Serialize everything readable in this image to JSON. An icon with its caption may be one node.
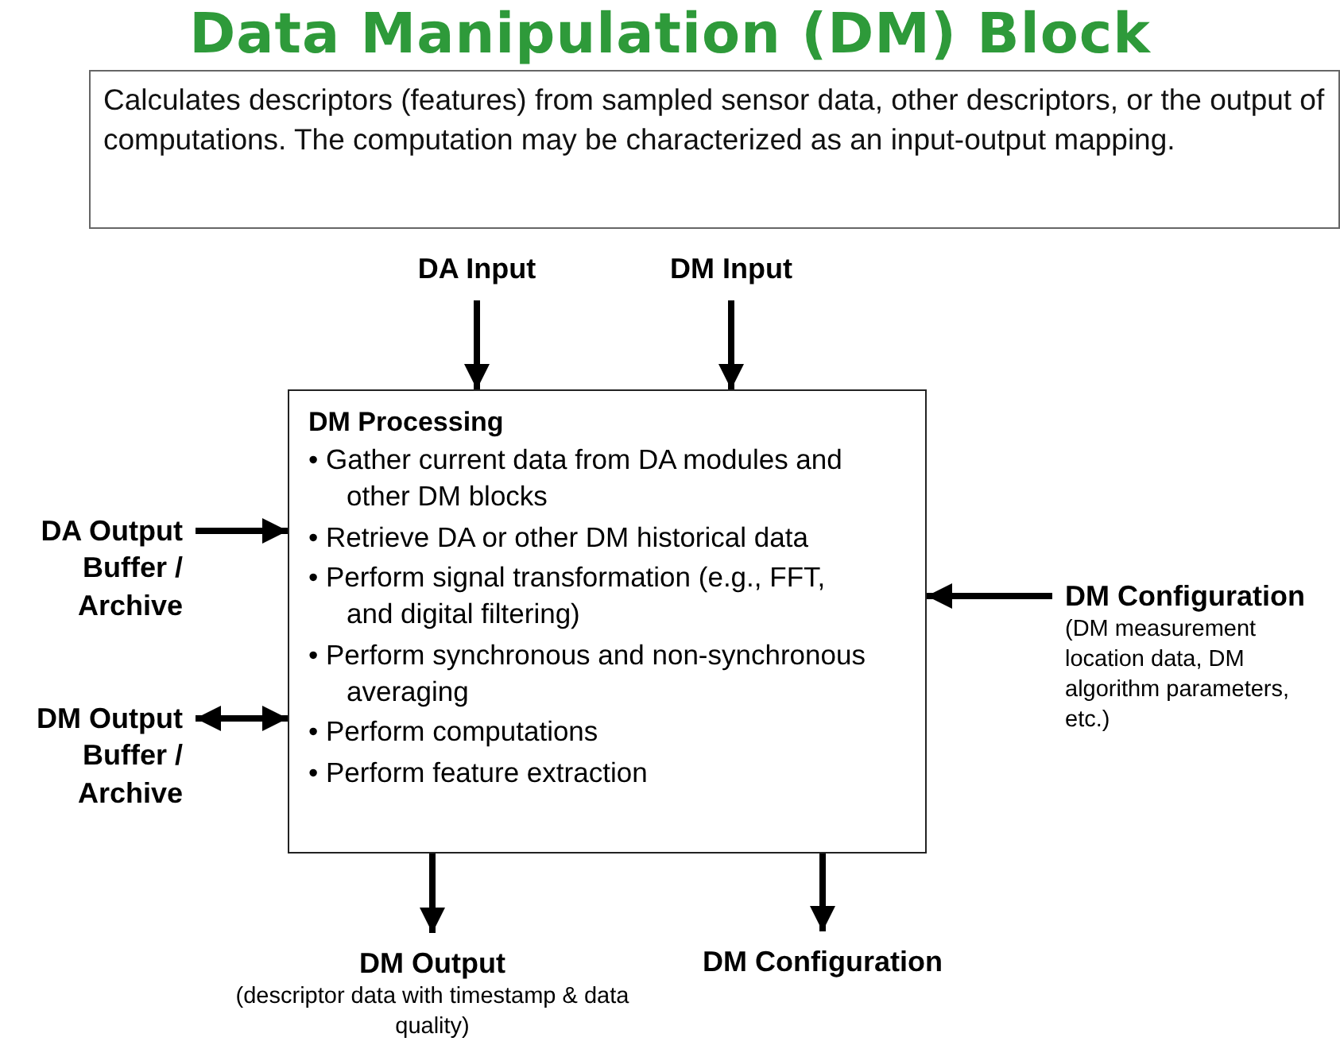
{
  "diagram": {
    "title": "Data Manipulation (DM) Block",
    "nodes": [
      {
        "text": [
          "Calculates descriptors (features) from sampled sensor data, other descriptors, or the output of computations.  The computation may be characterized as an input-output mapping."
        ]
      },
      {
        "text": [
          "DA Input"
        ]
      },
      {
        "text": [
          "DM Input"
        ]
      },
      {
        "text": [
          "DM Processing",
          "• Gather current data from DA modules and other DM blocks",
          "• Retrieve DA or other DM historical data",
          "• Perform signal transformation (e.g., FFT, and digital filtering)",
          "• Perform synchronous and non-synchronous averaging",
          "• Perform computations",
          "• Perform feature extraction"
        ]
      },
      {
        "text": [
          "DA Output Buffer / Archive"
        ]
      },
      {
        "text": [
          "DM Output Buffer / Archive"
        ]
      },
      {
        "text": [
          "DM Configuration",
          "(DM measurement location data, DM algorithm parameters, etc.)"
        ]
      },
      {
        "text": [
          "DM Output",
          "(descriptor data with timestamp & data quality)"
        ]
      },
      {
        "text": [
          "DM Configuration"
        ]
      }
    ],
    "edges": [
      {
        "from": 1,
        "to": 3,
        "arrow": "to"
      },
      {
        "from": 2,
        "to": 3,
        "arrow": "to"
      },
      {
        "from": 4,
        "to": 3,
        "arrow": "to"
      },
      {
        "from": 5,
        "to": 3,
        "arrow": "both"
      },
      {
        "from": 6,
        "to": 3,
        "arrow": "to"
      },
      {
        "from": 3,
        "to": 7,
        "arrow": "to"
      },
      {
        "from": 3,
        "to": 8,
        "arrow": "to"
      }
    ]
  }
}
